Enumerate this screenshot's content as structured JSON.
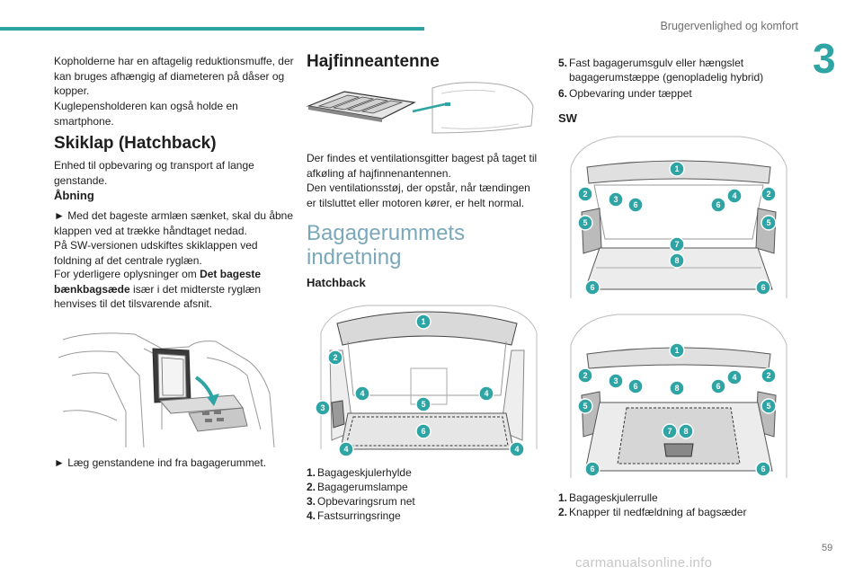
{
  "header": {
    "section_title": "Brugervenlighed og komfort",
    "chapter_number": "3",
    "page_number": "59",
    "accent_color": "#2fa4a4"
  },
  "col1": {
    "intro": "Kopholderne har en aftagelig reduktionsmuffe, der kan bruges afhængig af diameteren på dåser og kopper.",
    "intro2": "Kuglepensholderen kan også holde en smartphone.",
    "skiklap_title": "Skiklap (Hatchback)",
    "skiklap_desc": "Enhed til opbevaring og transport af lange genstande.",
    "aabning_title": "Åbning",
    "aabning_p1": "► Med det bageste armlæn sænket, skal du åbne klappen ved at trække håndtaget nedad.",
    "aabning_p2": "På SW-versionen udskiftes skiklappen ved foldning af det centrale ryglæn.",
    "aabning_p3a": "For yderligere oplysninger om ",
    "aabning_p3b": "Det bageste bænkbagsæde",
    "aabning_p3c": " især i det midterste ryglæn henvises til det tilsvarende afsnit.",
    "laeg": "► Læg genstandene ind fra bagagerummet."
  },
  "col2": {
    "hajfin_title": "Hajfinneantenne",
    "hajfin_p1": "Der findes et ventilationsgitter bagest på taget til afkøling af hajfinnenantennen.",
    "hajfin_p2": "Den ventilationsstøj, der opstår, når tændingen er tilsluttet eller motoren kører, er helt normal.",
    "bagage_title_1": "Bagagerummets",
    "bagage_title_2": "indretning",
    "hatchback_label": "Hatchback",
    "list": [
      {
        "num": "1.",
        "label": "Bagageskjulerhylde"
      },
      {
        "num": "2.",
        "label": "Bagagerumslampe"
      },
      {
        "num": "3.",
        "label": "Opbevaringsrum net"
      },
      {
        "num": "4.",
        "label": "Fastsurringsringe"
      }
    ]
  },
  "col3": {
    "list_top": [
      {
        "num": "5.",
        "label": "Fast bagagerumsgulv eller hængslet bagagerumstæppe (genopladelig hybrid)"
      },
      {
        "num": "6.",
        "label": "Opbevaring under tæppet"
      }
    ],
    "sw_label": "SW",
    "list_bottom": [
      {
        "num": "1.",
        "label": "Bagageskjulerrulle"
      },
      {
        "num": "2.",
        "label": "Knapper til nedfældning af bagsæder"
      }
    ]
  },
  "callouts": {
    "hatch": [
      "1",
      "2",
      "3",
      "4",
      "4",
      "4",
      "4",
      "5",
      "6"
    ],
    "sw1": [
      "1",
      "2",
      "2",
      "3",
      "4",
      "5",
      "5",
      "6",
      "6",
      "6",
      "6",
      "7",
      "8"
    ],
    "sw2": [
      "1",
      "2",
      "2",
      "3",
      "4",
      "5",
      "5",
      "6",
      "6",
      "6",
      "6",
      "7",
      "8",
      "8"
    ],
    "callout_color": "#2fa4a4"
  },
  "watermark": "carmanualsonline.info"
}
